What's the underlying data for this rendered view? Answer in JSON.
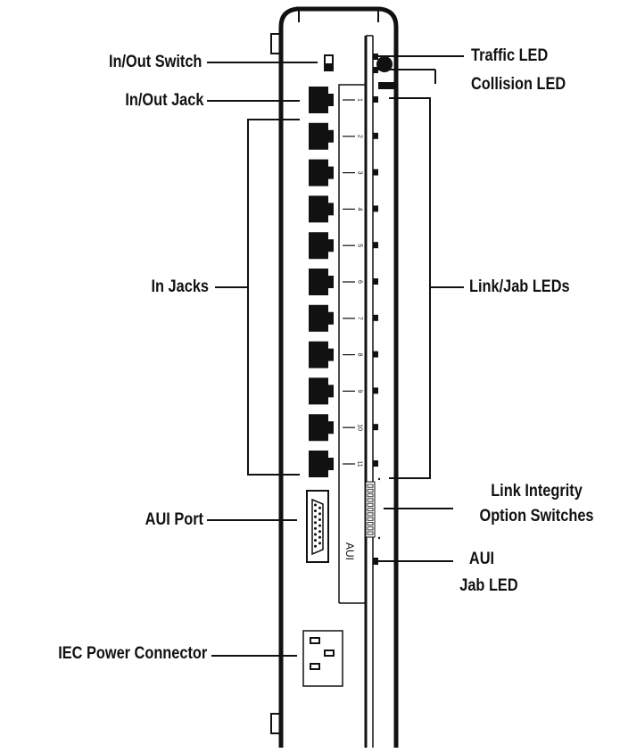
{
  "labels": {
    "in_out_switch": "In/Out Switch",
    "in_out_jack": "In/Out Jack",
    "in_jacks": "In Jacks",
    "aui_port": "AUI Port",
    "iec_power": "IEC Power Connector",
    "traffic_led": "Traffic LED",
    "collision_led": "Collision LED",
    "link_jab_leds": "Link/Jab LEDs",
    "link_integrity_1": "Link Integrity",
    "link_integrity_2": "Option Switches",
    "aui_jab_1": "AUI",
    "aui_jab_2": "Jab LED"
  },
  "panel_text": {
    "aui": "AUI",
    "port_numbers": [
      "1",
      "2",
      "3",
      "4",
      "5",
      "6",
      "7",
      "8",
      "9",
      "10",
      "11"
    ]
  },
  "colors": {
    "ink": "#111111",
    "panel": "#ffffff"
  }
}
